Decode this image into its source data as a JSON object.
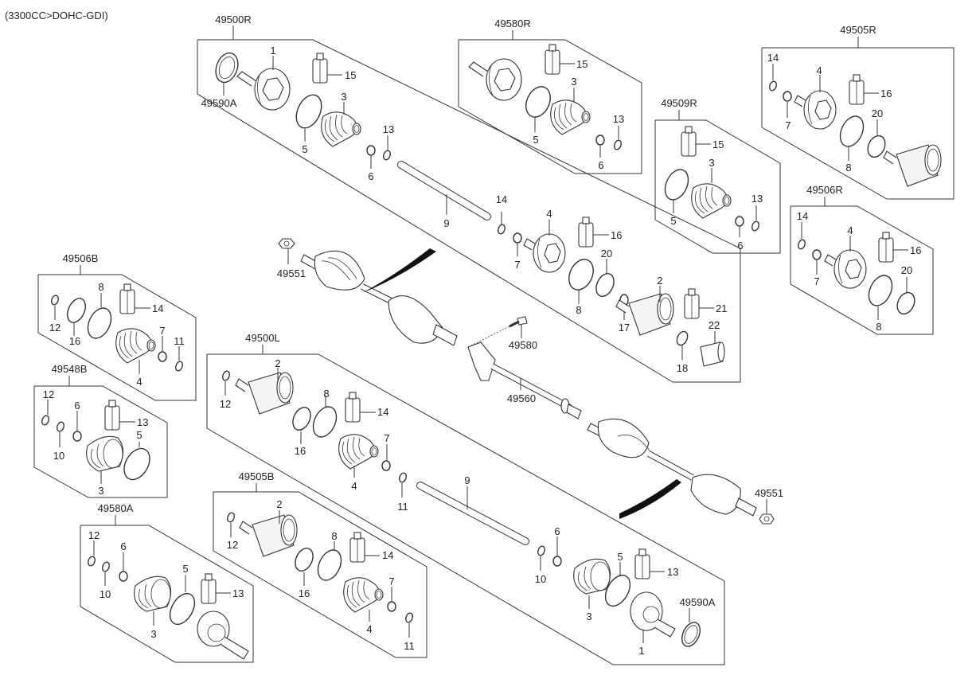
{
  "title": "(3300CC>DOHC-GDI)",
  "groups": [
    {
      "id": "49500R",
      "label": "49500R",
      "callouts": [
        "49590A",
        "1",
        "15",
        "3",
        "5",
        "6",
        "13",
        "9",
        "14",
        "4",
        "16",
        "7",
        "8",
        "20",
        "2",
        "21",
        "17",
        "22",
        "18"
      ]
    },
    {
      "id": "49580R",
      "label": "49580R",
      "callouts": [
        "15",
        "3",
        "5",
        "6",
        "13"
      ]
    },
    {
      "id": "49505R",
      "label": "49505R",
      "callouts": [
        "14",
        "4",
        "16",
        "7",
        "20",
        "8"
      ]
    },
    {
      "id": "49509R",
      "label": "49509R",
      "callouts": [
        "15",
        "3",
        "5",
        "6",
        "13"
      ]
    },
    {
      "id": "49506R",
      "label": "49506R",
      "callouts": [
        "14",
        "4",
        "16",
        "7",
        "20",
        "8"
      ]
    },
    {
      "id": "49506B",
      "label": "49506B",
      "callouts": [
        "8",
        "14",
        "12",
        "16",
        "7",
        "11",
        "4"
      ]
    },
    {
      "id": "49548B",
      "label": "49548B",
      "callouts": [
        "12",
        "6",
        "13",
        "10",
        "5",
        "3"
      ]
    },
    {
      "id": "49580A",
      "label": "49580A",
      "callouts": [
        "12",
        "6",
        "10",
        "5",
        "13",
        "3"
      ]
    },
    {
      "id": "49500L",
      "label": "49500L",
      "callouts": [
        "2",
        "12",
        "8",
        "14",
        "16",
        "7",
        "4",
        "11",
        "9",
        "6",
        "10",
        "5",
        "13",
        "3",
        "49590A",
        "1"
      ]
    },
    {
      "id": "49505B",
      "label": "49505B",
      "callouts": [
        "2",
        "12",
        "8",
        "14",
        "16",
        "7",
        "4",
        "11"
      ]
    }
  ],
  "standalone": {
    "nut_top": "49551",
    "bolt": "49580",
    "shaft_center": "49560",
    "nut_bottom": "49551"
  },
  "labels": {
    "r_49590A": "49590A",
    "r_1": "1",
    "r_15": "15",
    "r_3": "3",
    "r_5": "5",
    "r_6": "6",
    "r_13": "13",
    "r_9": "9",
    "r_14": "14",
    "r_4": "4",
    "r_16": "16",
    "r_7": "7",
    "r_8": "8",
    "r_20": "20",
    "r_2": "2",
    "r_21": "21",
    "r_17": "17",
    "r_22": "22",
    "r_18": "18",
    "l_2": "2",
    "l_12": "12",
    "l_8": "8",
    "l_14": "14",
    "l_16": "16",
    "l_7": "7",
    "l_4": "4",
    "l_11": "11",
    "l_9": "9",
    "l_6": "6",
    "l_10": "10",
    "l_5": "5",
    "l_13": "13",
    "l_3": "3",
    "l_49590A": "49590A",
    "l_1": "1"
  }
}
